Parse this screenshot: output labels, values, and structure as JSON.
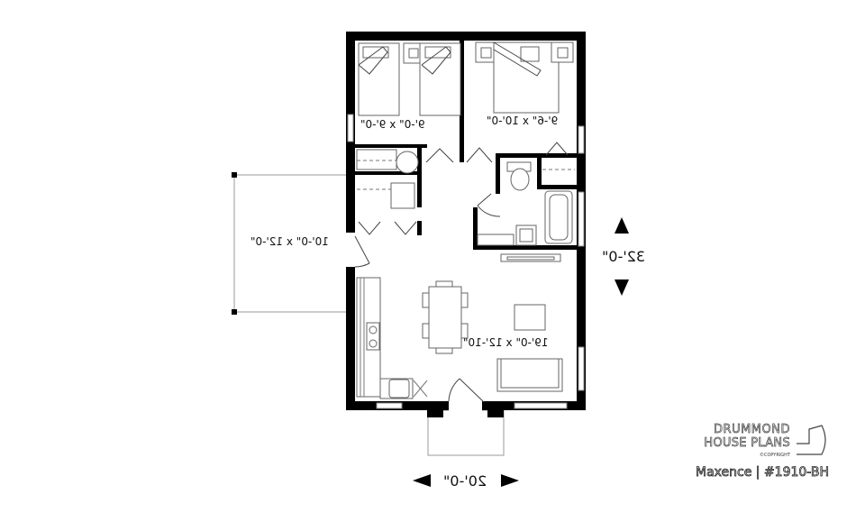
{
  "plan": {
    "brand_line1": "DRUMMOND",
    "brand_line2": "HOUSE PLANS",
    "copyright": "©COPYRIGHT",
    "plan_name": "Maxence | #1910-BH",
    "mirrored": true
  },
  "overall_dimensions": {
    "width": "20'-0\"",
    "depth": "32'-0\""
  },
  "rooms": [
    {
      "name": "bedroom-2",
      "dimensions": "9'-0\" x 9'-0\""
    },
    {
      "name": "master-bedroom",
      "dimensions": "9'-6\" x 10'-0\""
    },
    {
      "name": "living-dining-kitchen",
      "dimensions": "19'-0\" x 12'-10\""
    },
    {
      "name": "deck",
      "dimensions": "10'-0\" x 12'-0\""
    }
  ],
  "colors": {
    "wall": "#000000",
    "fixture_stroke": "#666666",
    "background": "#ffffff"
  }
}
